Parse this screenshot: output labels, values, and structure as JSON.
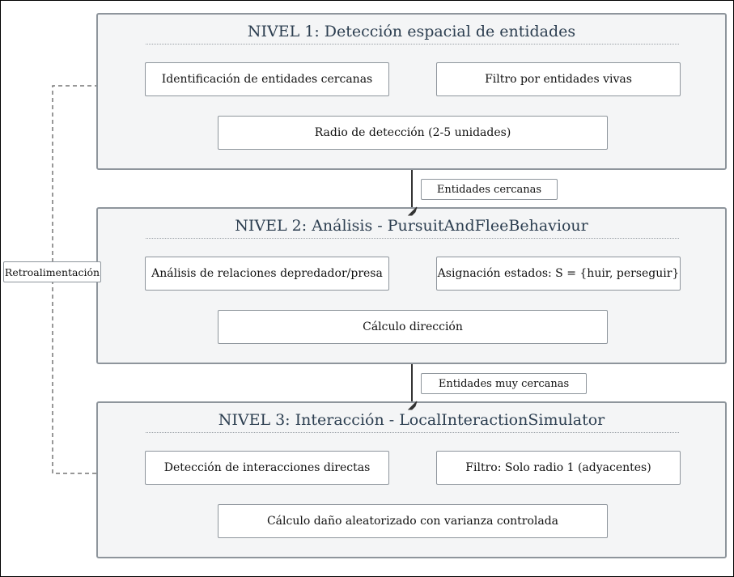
{
  "levels": [
    {
      "title": "NIVEL 1: Detección espacial de entidades",
      "boxes": [
        "Identificación de entidades cercanas",
        "Filtro por entidades vivas",
        "Radio de detección (2-5 unidades)"
      ]
    },
    {
      "title": "NIVEL 2: Análisis - PursuitAndFleeBehaviour",
      "boxes": [
        "Análisis de relaciones depredador/presa",
        "Asignación estados: S = {huir, perseguir}",
        "Cálculo dirección"
      ]
    },
    {
      "title": "NIVEL 3: Interacción - LocalInteractionSimulator",
      "boxes": [
        "Detección de interacciones directas",
        "Filtro: Solo radio 1 (adyacentes)",
        "Cálculo daño aleatorizado con varianza controlada"
      ]
    }
  ],
  "edges": {
    "level1_to_level2": "Entidades cercanas",
    "level2_to_level3": "Entidades muy cercanas",
    "feedback": "Retroalimentación"
  },
  "colors": {
    "level_fill": "#f4f5f6",
    "level_border": "#8e959c",
    "title_text": "#2c3e50",
    "arrow": "#333333",
    "feedback_line": "#666666"
  }
}
